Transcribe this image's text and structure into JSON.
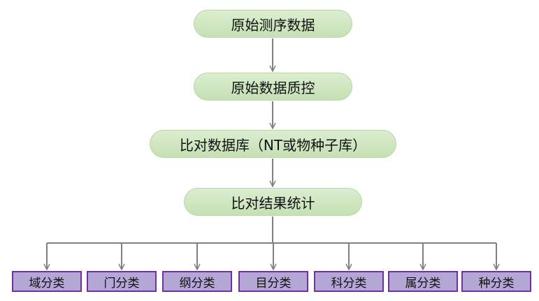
{
  "flow_steps": [
    "原始测序数据",
    "原始数据质控",
    "比对数据库（NT或物种子库）",
    "比对结果统计"
  ],
  "taxonomy_levels": [
    "域分类",
    "门分类",
    "纲分类",
    "目分类",
    "科分类",
    "属分类",
    "种分类"
  ],
  "colors": {
    "step_fill": "#c5e0b4",
    "leaf_fill": "#b4a7d6",
    "leaf_border": "#7030a0",
    "connector": "#808080"
  }
}
